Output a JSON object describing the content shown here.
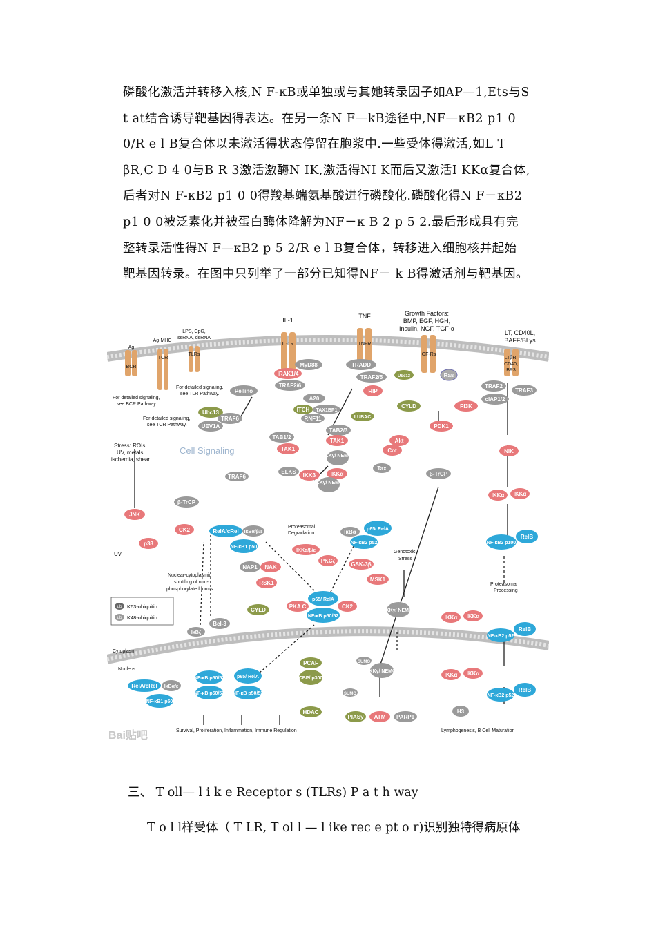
{
  "paragraph": {
    "lines": [
      "磷酸化激活并转移入核,N F-κB或单独或与其她转录因子如AP—1,Ets与S",
      "t at结合诱导靶基因得表达。在另一条N F—kB途径中,NF—κB2  p1 0",
      "0/R e l B复合体以未激活得状态停留在胞浆中.一些受体得激活,如L T",
      "βR,C D 4 0与B R 3激活激酶N IK,激活得NI K而后又激活I KKα复合体,",
      "后者对N F-κB2  p1 0 0得羧基端氨基酸进行磷酸化.磷酸化得N F－κB2",
      "p1 0 0被泛素化并被蛋白酶体降解为NF－κ B 2  p 5 2.最后形成具有完",
      "整转录活性得N F—κB2 p 5 2/R e l B复合体，转移进入细胞核并起始",
      "靶基因转录。在图中只列举了一部分已知得NF－ k B得激活剂与靶基因。"
    ]
  },
  "figure": {
    "top_labels": {
      "il1": "IL-1",
      "tnf": "TNF",
      "growth_title": "Growth Factors:",
      "growth_1": "BMP, EGF, HGH,",
      "growth_2": "Insulin, NGF, TGF-α",
      "lt_1": "LT, CD40L,",
      "lt_2": "BAFF/BLys",
      "ag": "Ag",
      "ag_mhc": "Ag-MHC",
      "lps_1": "LPS, CpG,",
      "lps_2": "ssRNA, dsRNA"
    },
    "receptors": {
      "bcr": "BCR",
      "tcr": "TCR",
      "tlrs": "TLRs",
      "il1r": "IL-1R",
      "tnfr": "TNFR",
      "gfrs": "GF-Rs",
      "ltbr_1": "LTβR,",
      "ltbr_2": "CD40,",
      "ltbr_3": "BR3"
    },
    "notes": {
      "bcr_1": "For detailed signaling,",
      "bcr_2": "see BCR Pathway.",
      "tlr_1": "For detailed signaling,",
      "tlr_2": "see TLR Pathway.",
      "tcr_1": "For detailed signaling,",
      "tcr_2": "see TCR Pathway.",
      "stress_1": "Stress: ROIs,",
      "stress_2": "UV, metals,",
      "stress_3": "ischemia, shear",
      "uv": "UV",
      "nuclear_1": "Nuclear-cytoplasmic",
      "nuclear_2": "shuttling of non-",
      "nuclear_3": "phosphorylated forms",
      "proteasomal_1": "Proteasomal",
      "proteasomal_2": "Degradation",
      "genotoxic_1": "Genotoxic",
      "genotoxic_2": "Stress",
      "processing_1": "Proteasomal",
      "processing_2": "Processing",
      "cytoplasm": "Cytoplasm",
      "nucleus": "Nucleus",
      "watermark": "Cell Signaling",
      "outcome_left": "Survival, Proliferation, Inflammation, Immune Regulation",
      "outcome_right": "Lymphogenesis, B Cell Maturation",
      "baidu": "Bai贴吧"
    },
    "legend": {
      "ub": "ub",
      "k63": "K63-ubiquitin",
      "k48": "K48-ubiquitin"
    },
    "nodes": {
      "irak": "IRAK1/4",
      "myd88": "MyD88",
      "traf26": "TRAF2/6",
      "pellino": "Pellino",
      "ubc13": "Ubc13",
      "uev1a": "UEV1A",
      "traf6": "TRAF6",
      "tradd": "TRADD",
      "traf25": "TRAF2/5",
      "ubc13b": "Ubc13",
      "rip": "RIP",
      "a20": "A20",
      "itch": "ITCH",
      "tax1bp1": "TAX1BP1",
      "rnf11": "RNF11",
      "lubac": "LUBAC",
      "cyld": "CYLD",
      "tab12": "TAB1/2",
      "tak1": "TAK1",
      "tab23": "TAB2/3",
      "tak1b": "TAK1",
      "ras": "Ras",
      "pi3k": "PI3K",
      "pdk1": "PDK1",
      "akt": "Akt",
      "cot": "Cot",
      "traf2": "TRAF2",
      "traf3": "TRAF3",
      "ciap": "cIAP1/2",
      "nik": "NIK",
      "ikkg_nemo": "IKKγ/ NEMO",
      "elks": "ELKS",
      "ikkb": "IKKβ",
      "ikka": "IKKα",
      "ikkg2": "IKKγ/ NEMO",
      "tax": "Tax",
      "traf6b": "TRAF6",
      "btrcp1": "β-TrCP",
      "btrcp2": "β-TrCP",
      "jnk": "JNK",
      "ck2": "CK2",
      "p38": "p38",
      "relacrel": "RelA/cRel",
      "ikbab": "IκBα/β/ε",
      "nfkb1": "NF-κB1 p50",
      "ikb2": "IκBα",
      "p65rela": "p65/ RelA",
      "nfkb1p52": "NF-κB2 p52",
      "ikkabe": "IKKα/β/ε",
      "pkcz": "PKCζ",
      "gsk3b": "GSK-3β",
      "nap1": "NAP1",
      "nak": "NAK",
      "msk1": "MSK1",
      "rsk1": "RSK1",
      "pkac": "PKA C",
      "ck2b": "CK2",
      "p65center": "p65/ RelA",
      "nfkbcenter": "NF-κB p50/52",
      "ikkgnemo3": "IKKγ/ NEMO",
      "ikka_a": "IKKα",
      "ikka_b": "IKKα",
      "nfkb2p100": "NF-κB2 p100",
      "relb": "RelB",
      "cyld2": "CYLD",
      "bcl3": "Bcl-3",
      "ikbz": "IκBζ",
      "relacrel_n": "RelA/cRel",
      "ikbn": "IκBα/ε",
      "nfkb1n": "NF-κB1 p50",
      "nfkb_n1": "NF-κB p50/52",
      "nfkb_n2": "NF-κB p50/52",
      "p65n": "p65/ RelA",
      "nfkbn3": "NF-κB p50/52",
      "pcaf": "PCAF",
      "cbp": "CBP/ p300",
      "hdac": "HDAC",
      "sumo1": "SUMO",
      "ikkg_n": "IKKγ/ NEMO",
      "sumo2": "SUMO",
      "pias": "PIASy",
      "atm": "ATM",
      "parp1": "PARP1",
      "ikka_c": "IKKα",
      "ikka_d": "IKKα",
      "nfkb2p52": "NF-κB2 p52",
      "relb2": "RelB",
      "ikka_e": "IKKα",
      "ikka_f": "IKKα",
      "nfkb2p52b": "NF-κB2 p52",
      "relb3": "RelB",
      "h3": "H3"
    },
    "colors": {
      "red": "#e8787a",
      "blue": "#2ea8d9",
      "gray": "#9a9a9a",
      "olive": "#8c9a4a",
      "tan": "#e0a46a",
      "membrane": "#bfbfbf"
    }
  },
  "heading": "三、 T oll— l i k e Receptor s  (TLRs)   P a t h way",
  "tail": "T o l l样受体（ T LR, T ol l — l ike rec e pt o r)识别独特得病原体"
}
